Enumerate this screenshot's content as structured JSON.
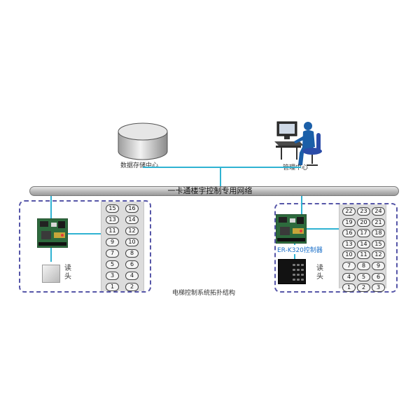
{
  "labels": {
    "storage": "数据存储中心",
    "management": "管理中心",
    "network": "一卡通楼宇控制专用网络",
    "left_reader": "读\n头",
    "right_reader": "读\n头",
    "controller": "ER-K320控制器",
    "caption": "电梯控制系统拓扑结构"
  },
  "left_floor_buttons": [
    "15",
    "16",
    "13",
    "14",
    "11",
    "12",
    "9",
    "10",
    "7",
    "8",
    "5",
    "6",
    "3",
    "4",
    "1",
    "2"
  ],
  "right_floor_buttons": [
    "22",
    "23",
    "24",
    "19",
    "20",
    "21",
    "16",
    "17",
    "18",
    "13",
    "14",
    "15",
    "10",
    "11",
    "12",
    "7",
    "8",
    "9",
    "4",
    "5",
    "6",
    "1",
    "2",
    "3"
  ],
  "colors": {
    "link_line": "#2fb3d2",
    "group_border": "#5656a8",
    "controller_label": "#1a6fc9",
    "person_shirt": "#1b5fa8"
  },
  "icons": {
    "storage": "database-cylinder-icon",
    "management": "workstation-operator-icon",
    "controller": "circuit-board-icon",
    "reader": "card-reader-icon",
    "keypad": "keypad-reader-icon"
  }
}
